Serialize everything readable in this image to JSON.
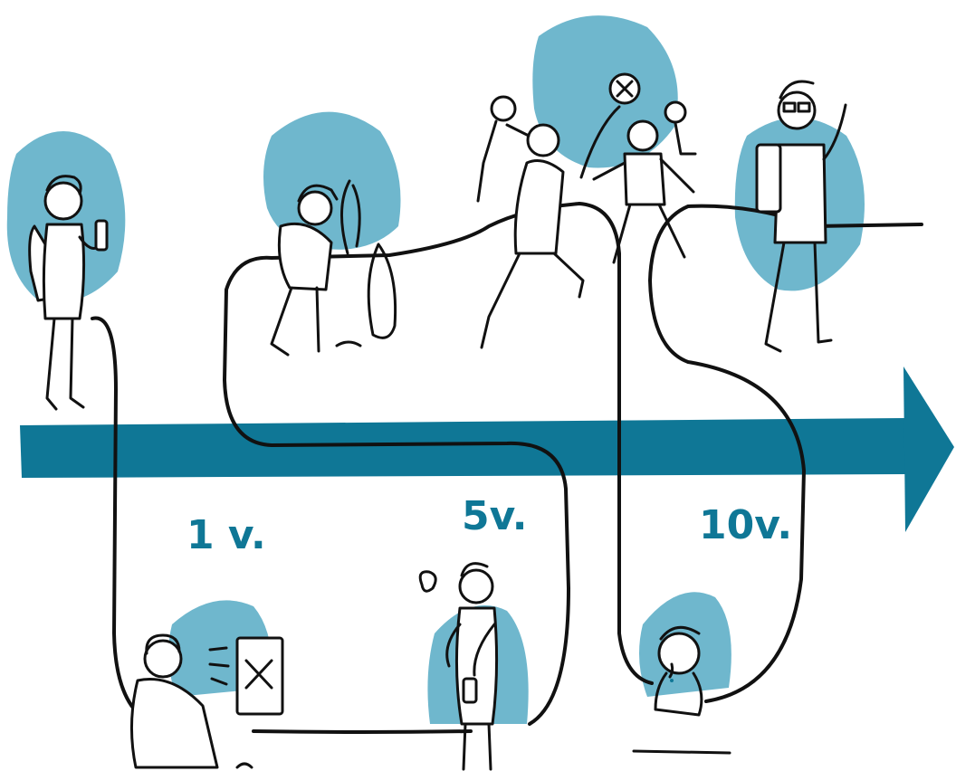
{
  "colors": {
    "arrow": "#0f7796",
    "circle": "#6fb7cd",
    "path": "#111111",
    "label": "#0f7796"
  },
  "timeline": {
    "labels": [
      "1 v.",
      "5v.",
      "10v."
    ]
  },
  "scenes": {
    "upper": [
      "walking-with-phone",
      "planting-tree",
      "playing-football",
      "teacher-waving"
    ],
    "lower": [
      "gaming-at-computer",
      "smoking-and-drinking",
      "sad-and-crying"
    ]
  }
}
